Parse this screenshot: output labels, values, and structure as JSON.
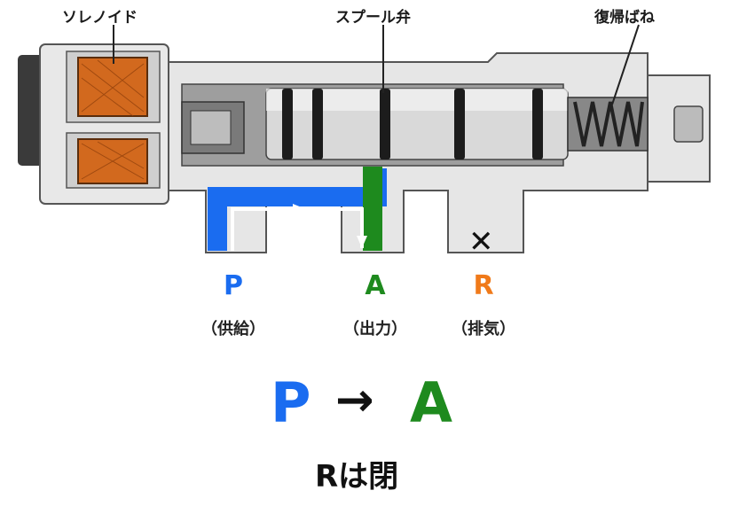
{
  "labels": {
    "solenoid": "ソレノイド",
    "spool_valve": "スプール弁",
    "return_spring": "復帰ばね"
  },
  "ports": [
    {
      "letter": "P",
      "desc": "（供給）",
      "color": "#1a6cf0"
    },
    {
      "letter": "A",
      "desc": "（出力）",
      "color": "#1e8a1e"
    },
    {
      "letter": "R",
      "desc": "（排気）",
      "color": "#f07a1a"
    }
  ],
  "flow": {
    "from": "P",
    "arrow": "→",
    "to": "A",
    "from_color": "#1a6cf0",
    "to_color": "#1e8a1e"
  },
  "state_text": "Rは閉",
  "blocked_mark": "✕"
}
